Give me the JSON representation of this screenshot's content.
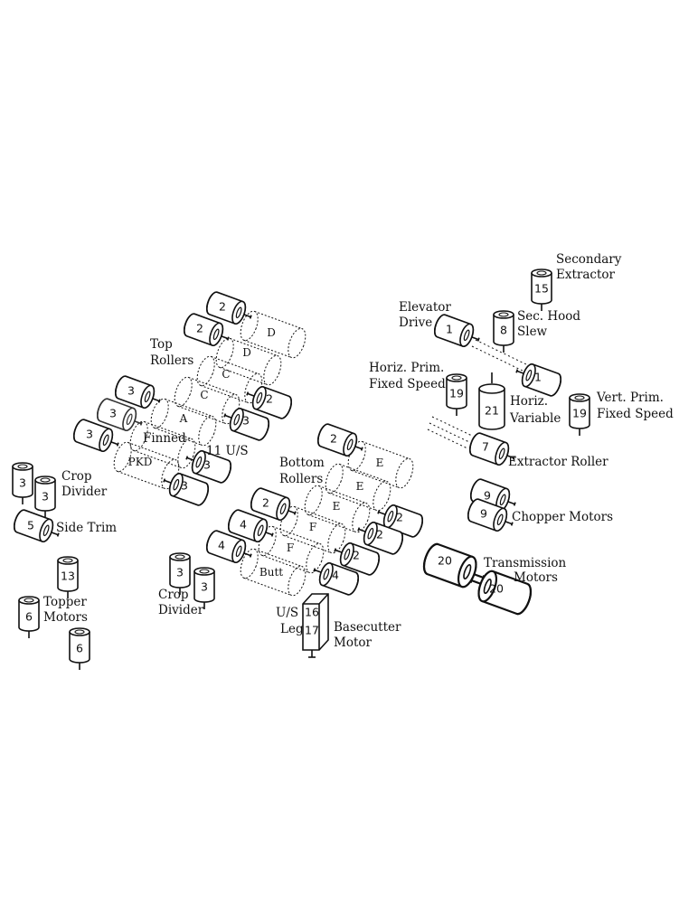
{
  "labels": {
    "secondary_extractor": [
      "Secondary",
      "Extractor"
    ],
    "elevator_drive": [
      "Elevator",
      "Drive"
    ],
    "sec_hood_slew": [
      "Sec. Hood",
      "Slew"
    ],
    "horiz_prim_fixed": [
      "Horiz. Prim.",
      "Fixed Speed"
    ],
    "horiz_variable": [
      "Horiz.",
      "Variable"
    ],
    "vert_prim_fixed": [
      "Vert. Prim.",
      "Fixed Speed"
    ],
    "extractor_roller": [
      "Extractor Roller"
    ],
    "chopper_motors": [
      "Chopper Motors"
    ],
    "transmission_motors": [
      "Transmission",
      "Motors"
    ],
    "top_rollers": [
      "Top",
      "Rollers"
    ],
    "bottom_rollers": [
      "Bottom",
      "Rollers"
    ],
    "crop_divider_left": [
      "Crop",
      "Divider"
    ],
    "side_trim": [
      "Side Trim"
    ],
    "topper_motors": [
      "Topper",
      "Motors"
    ],
    "crop_divider_mid": [
      "Crop",
      "Divider"
    ],
    "finned": [
      "Finned"
    ],
    "us_11": [
      "11 U/S"
    ],
    "us_leg": [
      "U/S",
      "Leg"
    ],
    "basecutter_motor": [
      "Basecutter",
      "Motor"
    ]
  },
  "roller_letters": {
    "top": [
      "D",
      "D",
      "C",
      "C",
      "A",
      "PKD"
    ],
    "bottom": [
      "E",
      "E",
      "E",
      "F",
      "F",
      "Butt"
    ]
  },
  "motor_numbers": {
    "top_left": [
      "2",
      "2",
      "3",
      "3",
      "3"
    ],
    "top_right": [
      "2",
      "3",
      "3",
      "3"
    ],
    "bottom_left": [
      "2",
      "2",
      "4",
      "4"
    ],
    "bottom_right": [
      "2",
      "2",
      "2",
      "4"
    ],
    "elevator": [
      "1",
      "1"
    ],
    "secondary": "15",
    "sec_hood": "8",
    "horiz_prim": "19",
    "horiz_var": "21",
    "vert_prim": "19",
    "extractor": "7",
    "chopper": [
      "9",
      "9"
    ],
    "transmission": [
      "20",
      "20"
    ],
    "crop_left": [
      "3",
      "3"
    ],
    "side_trim": "5",
    "topper": [
      "13",
      "6",
      "6"
    ],
    "crop_mid": [
      "3",
      "3"
    ],
    "basecutter": [
      "16",
      "17"
    ]
  },
  "colors": {
    "ink": "#111111",
    "background": "#ffffff"
  }
}
